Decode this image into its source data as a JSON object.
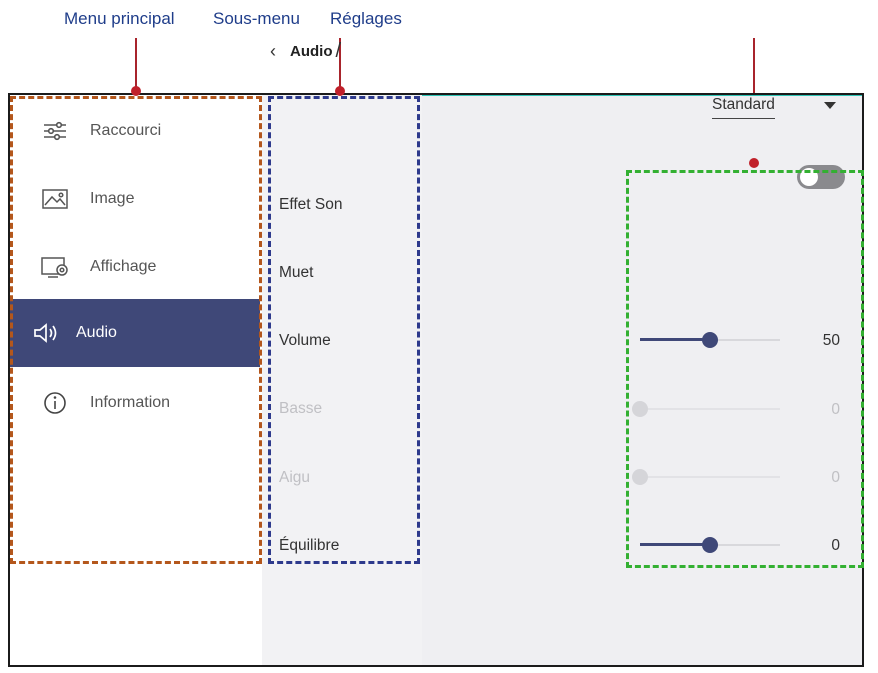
{
  "annotations": {
    "main_menu": "Menu principal",
    "sub_menu": "Sous-menu",
    "settings": "Réglages"
  },
  "main_menu": {
    "items": [
      {
        "label": "Raccourci",
        "icon": "sliders-icon"
      },
      {
        "label": "Image",
        "icon": "picture-icon"
      },
      {
        "label": "Affichage",
        "icon": "display-settings-icon"
      },
      {
        "label": "Audio",
        "icon": "speaker-icon",
        "active": true
      },
      {
        "label": "Information",
        "icon": "info-icon"
      }
    ]
  },
  "sub_menu": {
    "title": "Audio",
    "back_icon": "chevron-left-icon",
    "items": [
      {
        "label": "Effet Son",
        "enabled": true
      },
      {
        "label": "Muet",
        "enabled": true
      },
      {
        "label": "Volume",
        "enabled": true
      },
      {
        "label": "Basse",
        "enabled": false
      },
      {
        "label": "Aigu",
        "enabled": false
      },
      {
        "label": "Équilibre",
        "enabled": true
      }
    ]
  },
  "settings": {
    "sound_effect": "Standard",
    "mute": false,
    "volume": {
      "value": "50",
      "level": 0.5
    },
    "bass": {
      "value": "0",
      "level": 0.0
    },
    "treble": {
      "value": "0",
      "level": 0.0
    },
    "balance": {
      "value": "0",
      "level": 0.5
    }
  },
  "colors": {
    "accent": "#3f4878",
    "main_box": "#b4571c",
    "sub_box": "#2e3a8c",
    "settings_box": "#33b032",
    "pin": "#c0202a"
  }
}
